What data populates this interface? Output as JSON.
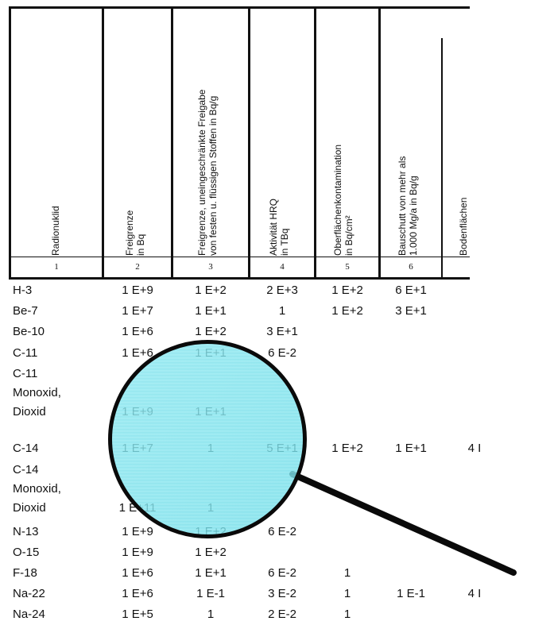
{
  "headers": [
    {
      "number": "1",
      "label_line1": "Radionuklid",
      "label_line2": ""
    },
    {
      "number": "2",
      "label_line1": "Freigrenze",
      "label_line2": "in Bq"
    },
    {
      "number": "3",
      "label_line1": "Freigrenze, uneingeschränkte Freigabe",
      "label_line2": "von festen u. flüssigen Stoffen in Bq/g"
    },
    {
      "number": "4",
      "label_line1": "Aktivität HRQ",
      "label_line2": "in TBq"
    },
    {
      "number": "5",
      "label_line1": "Oberflächenkontamination",
      "label_line2": "in Bq/cm²"
    },
    {
      "number": "6",
      "label_line1": "Bauschutt von mehr als",
      "label_line2": "1.000 Mg/a in Bq/g"
    },
    {
      "number": "",
      "label_line1": "Bodenflächen",
      "label_line2": ""
    }
  ],
  "rows": [
    {
      "nuclide": [
        "H-3"
      ],
      "c2": "1 E+9",
      "c3": "1 E+2",
      "c4": "2 E+3",
      "c5": "1 E+2",
      "c6": "6 E+1",
      "c7": ""
    },
    {
      "nuclide": [
        "Be-7"
      ],
      "c2": "1 E+7",
      "c3": "1 E+1",
      "c4": "1",
      "c5": "1 E+2",
      "c6": "3 E+1",
      "c7": ""
    },
    {
      "nuclide": [
        "Be-10"
      ],
      "c2": "1 E+6",
      "c3": "1 E+2",
      "c4": "3 E+1",
      "c5": "",
      "c6": "",
      "c7": ""
    },
    {
      "nuclide": [
        "C-11"
      ],
      "c2": "1 E+6",
      "c3": "1 E+1",
      "c4": "6 E-2",
      "c5": "",
      "c6": "",
      "c7": ""
    },
    {
      "nuclide": [
        "C-11",
        "Monoxid,",
        "Dioxid"
      ],
      "c2": "1 E+9",
      "c3": "1 E+1",
      "c4": "",
      "c5": "",
      "c6": "",
      "c7": ""
    },
    {
      "nuclide": [
        "C-14"
      ],
      "c2": "1 E+7",
      "c3": "1",
      "c4": "5 E+1",
      "c5": "1 E+2",
      "c6": "1 E+1",
      "c7": "4 I"
    },
    {
      "nuclide": [
        "C-14",
        "Monoxid,",
        "Dioxid"
      ],
      "c2": "1 E+11",
      "c3": "1",
      "c4": "",
      "c5": "",
      "c6": "",
      "c7": ""
    },
    {
      "nuclide": [
        "N-13"
      ],
      "c2": "1 E+9",
      "c3": "1 E+2",
      "c4": "6 E-2",
      "c5": "",
      "c6": "",
      "c7": ""
    },
    {
      "nuclide": [
        "O-15"
      ],
      "c2": "1 E+9",
      "c3": "1 E+2",
      "c4": "",
      "c5": "",
      "c6": "",
      "c7": ""
    },
    {
      "nuclide": [
        "F-18"
      ],
      "c2": "1 E+6",
      "c3": "1 E+1",
      "c4": "6 E-2",
      "c5": "1",
      "c6": "",
      "c7": ""
    },
    {
      "nuclide": [
        "Na-22"
      ],
      "c2": "1 E+6",
      "c3": "1 E-1",
      "c4": "3 E-2",
      "c5": "1",
      "c6": "1 E-1",
      "c7": "4 I"
    },
    {
      "nuclide": [
        "Na-24"
      ],
      "c2": "1 E+5",
      "c3": "1",
      "c4": "2 E-2",
      "c5": "1",
      "c6": "",
      "c7": ""
    }
  ],
  "overlay": {
    "icon": "magnifier-icon",
    "lens_color": "#7fe3ea"
  }
}
